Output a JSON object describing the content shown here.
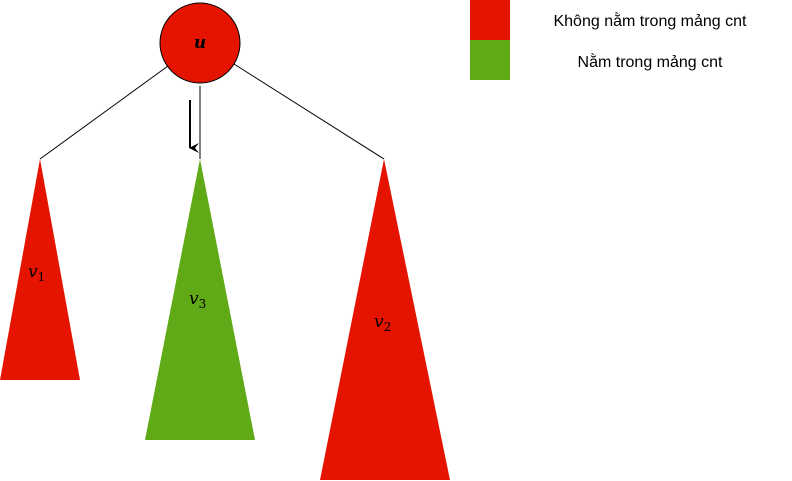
{
  "colors": {
    "red": "#e51400",
    "green": "#60a917",
    "stroke": "#000000",
    "line": "#000000"
  },
  "root": {
    "label": "u"
  },
  "subtrees": [
    {
      "id": "v1",
      "base": "v",
      "sub": "1",
      "color": "red"
    },
    {
      "id": "v3",
      "base": "v",
      "sub": "3",
      "color": "green"
    },
    {
      "id": "v2",
      "base": "v",
      "sub": "2",
      "color": "red"
    }
  ],
  "legend": {
    "red_label": "Không nằm trong mảng cnt",
    "green_label": "Nằm trong mảng cnt"
  },
  "arrow": {
    "direction": "down",
    "target": "v3"
  }
}
